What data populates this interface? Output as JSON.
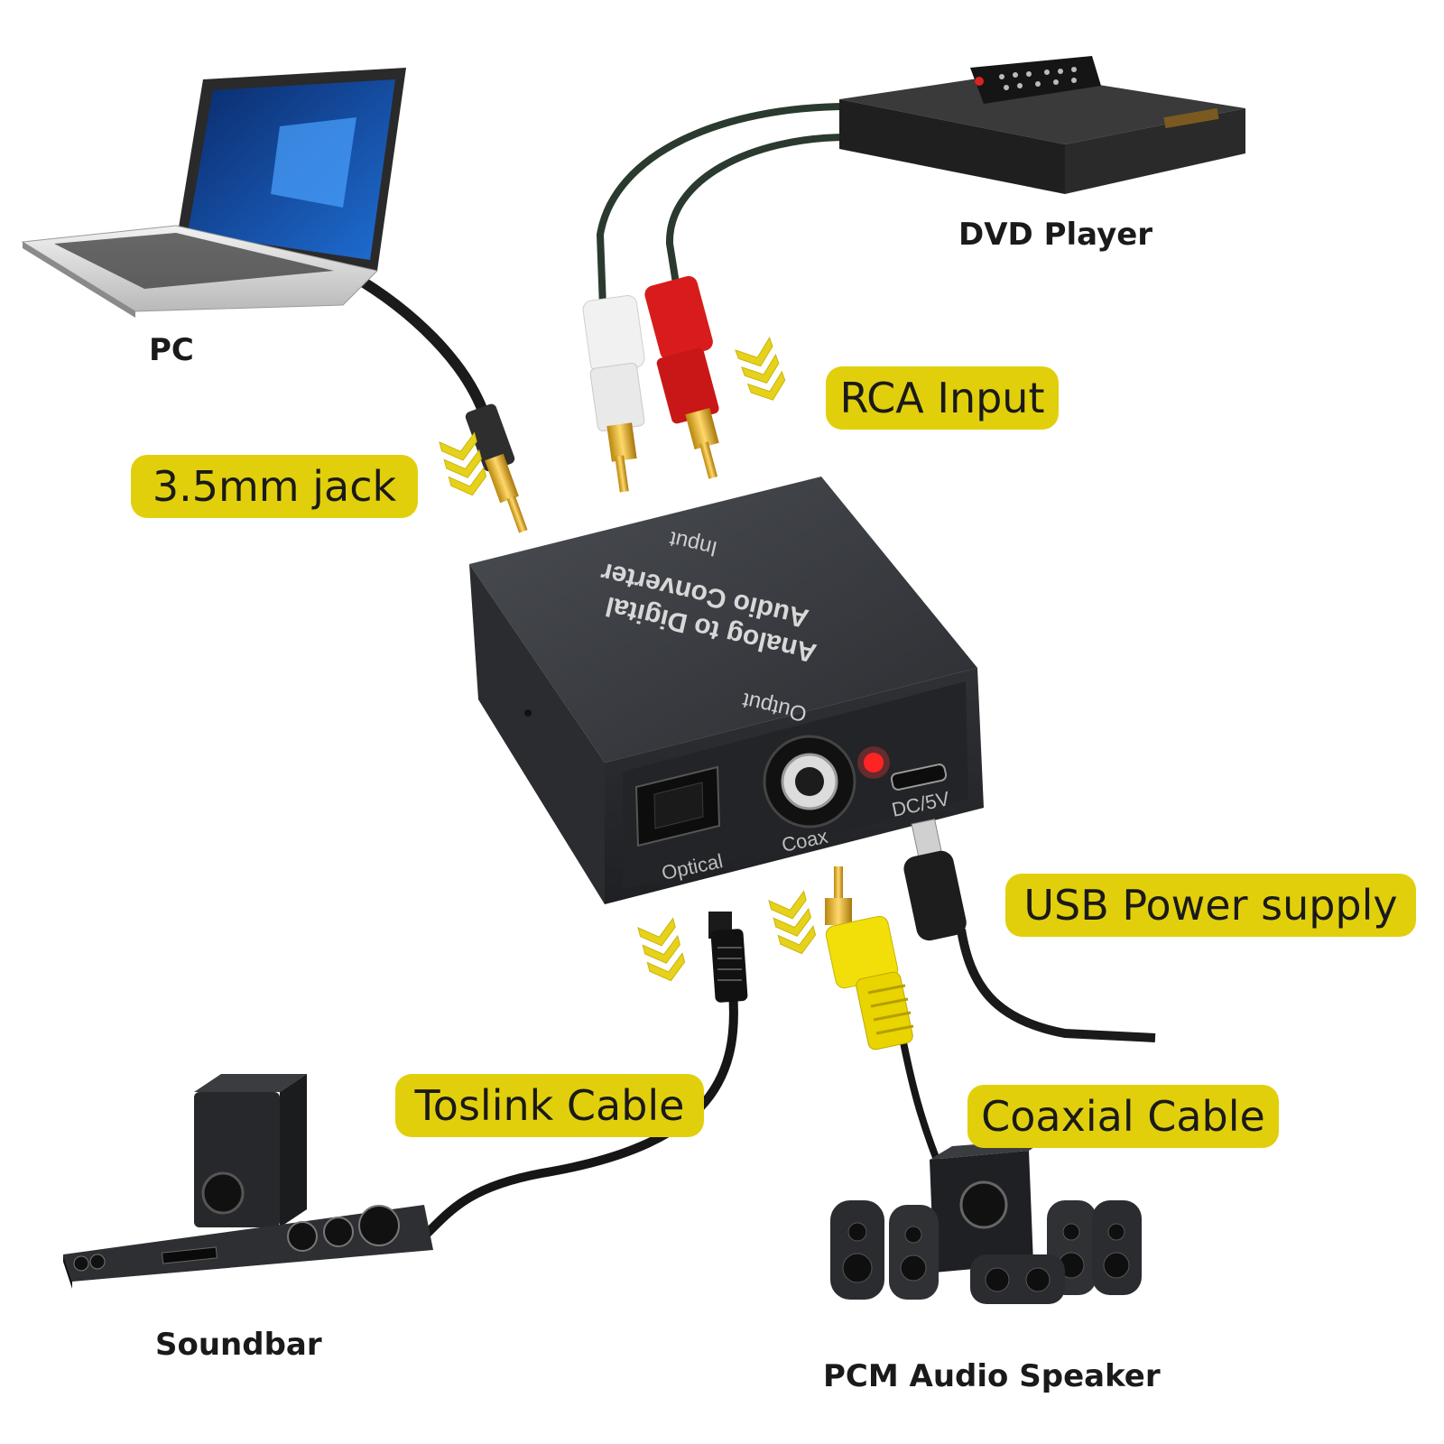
{
  "devices": {
    "pc": "PC",
    "dvd_player": "DVD Player",
    "soundbar": "Soundbar",
    "speaker": "PCM Audio Speaker"
  },
  "tags": {
    "jack": "3.5mm jack",
    "rca_input": "RCA Input",
    "usb_power": "USB Power supply",
    "toslink": "Toslink Cable",
    "coaxial": "Coaxial Cable"
  },
  "converter": {
    "input_label": "Input",
    "title_line1": "Analog to Digital",
    "title_line2": "Audio Converter",
    "output_label": "Output",
    "port_optical": "Optical",
    "port_coaxial": "Coax",
    "port_power": "DC/5V",
    "led_color": "#ff1a1a"
  },
  "colors": {
    "tag_fill": "#e2cf0c",
    "arrow_fill": "#e6d21a",
    "device_dark": "#2a2c30"
  }
}
